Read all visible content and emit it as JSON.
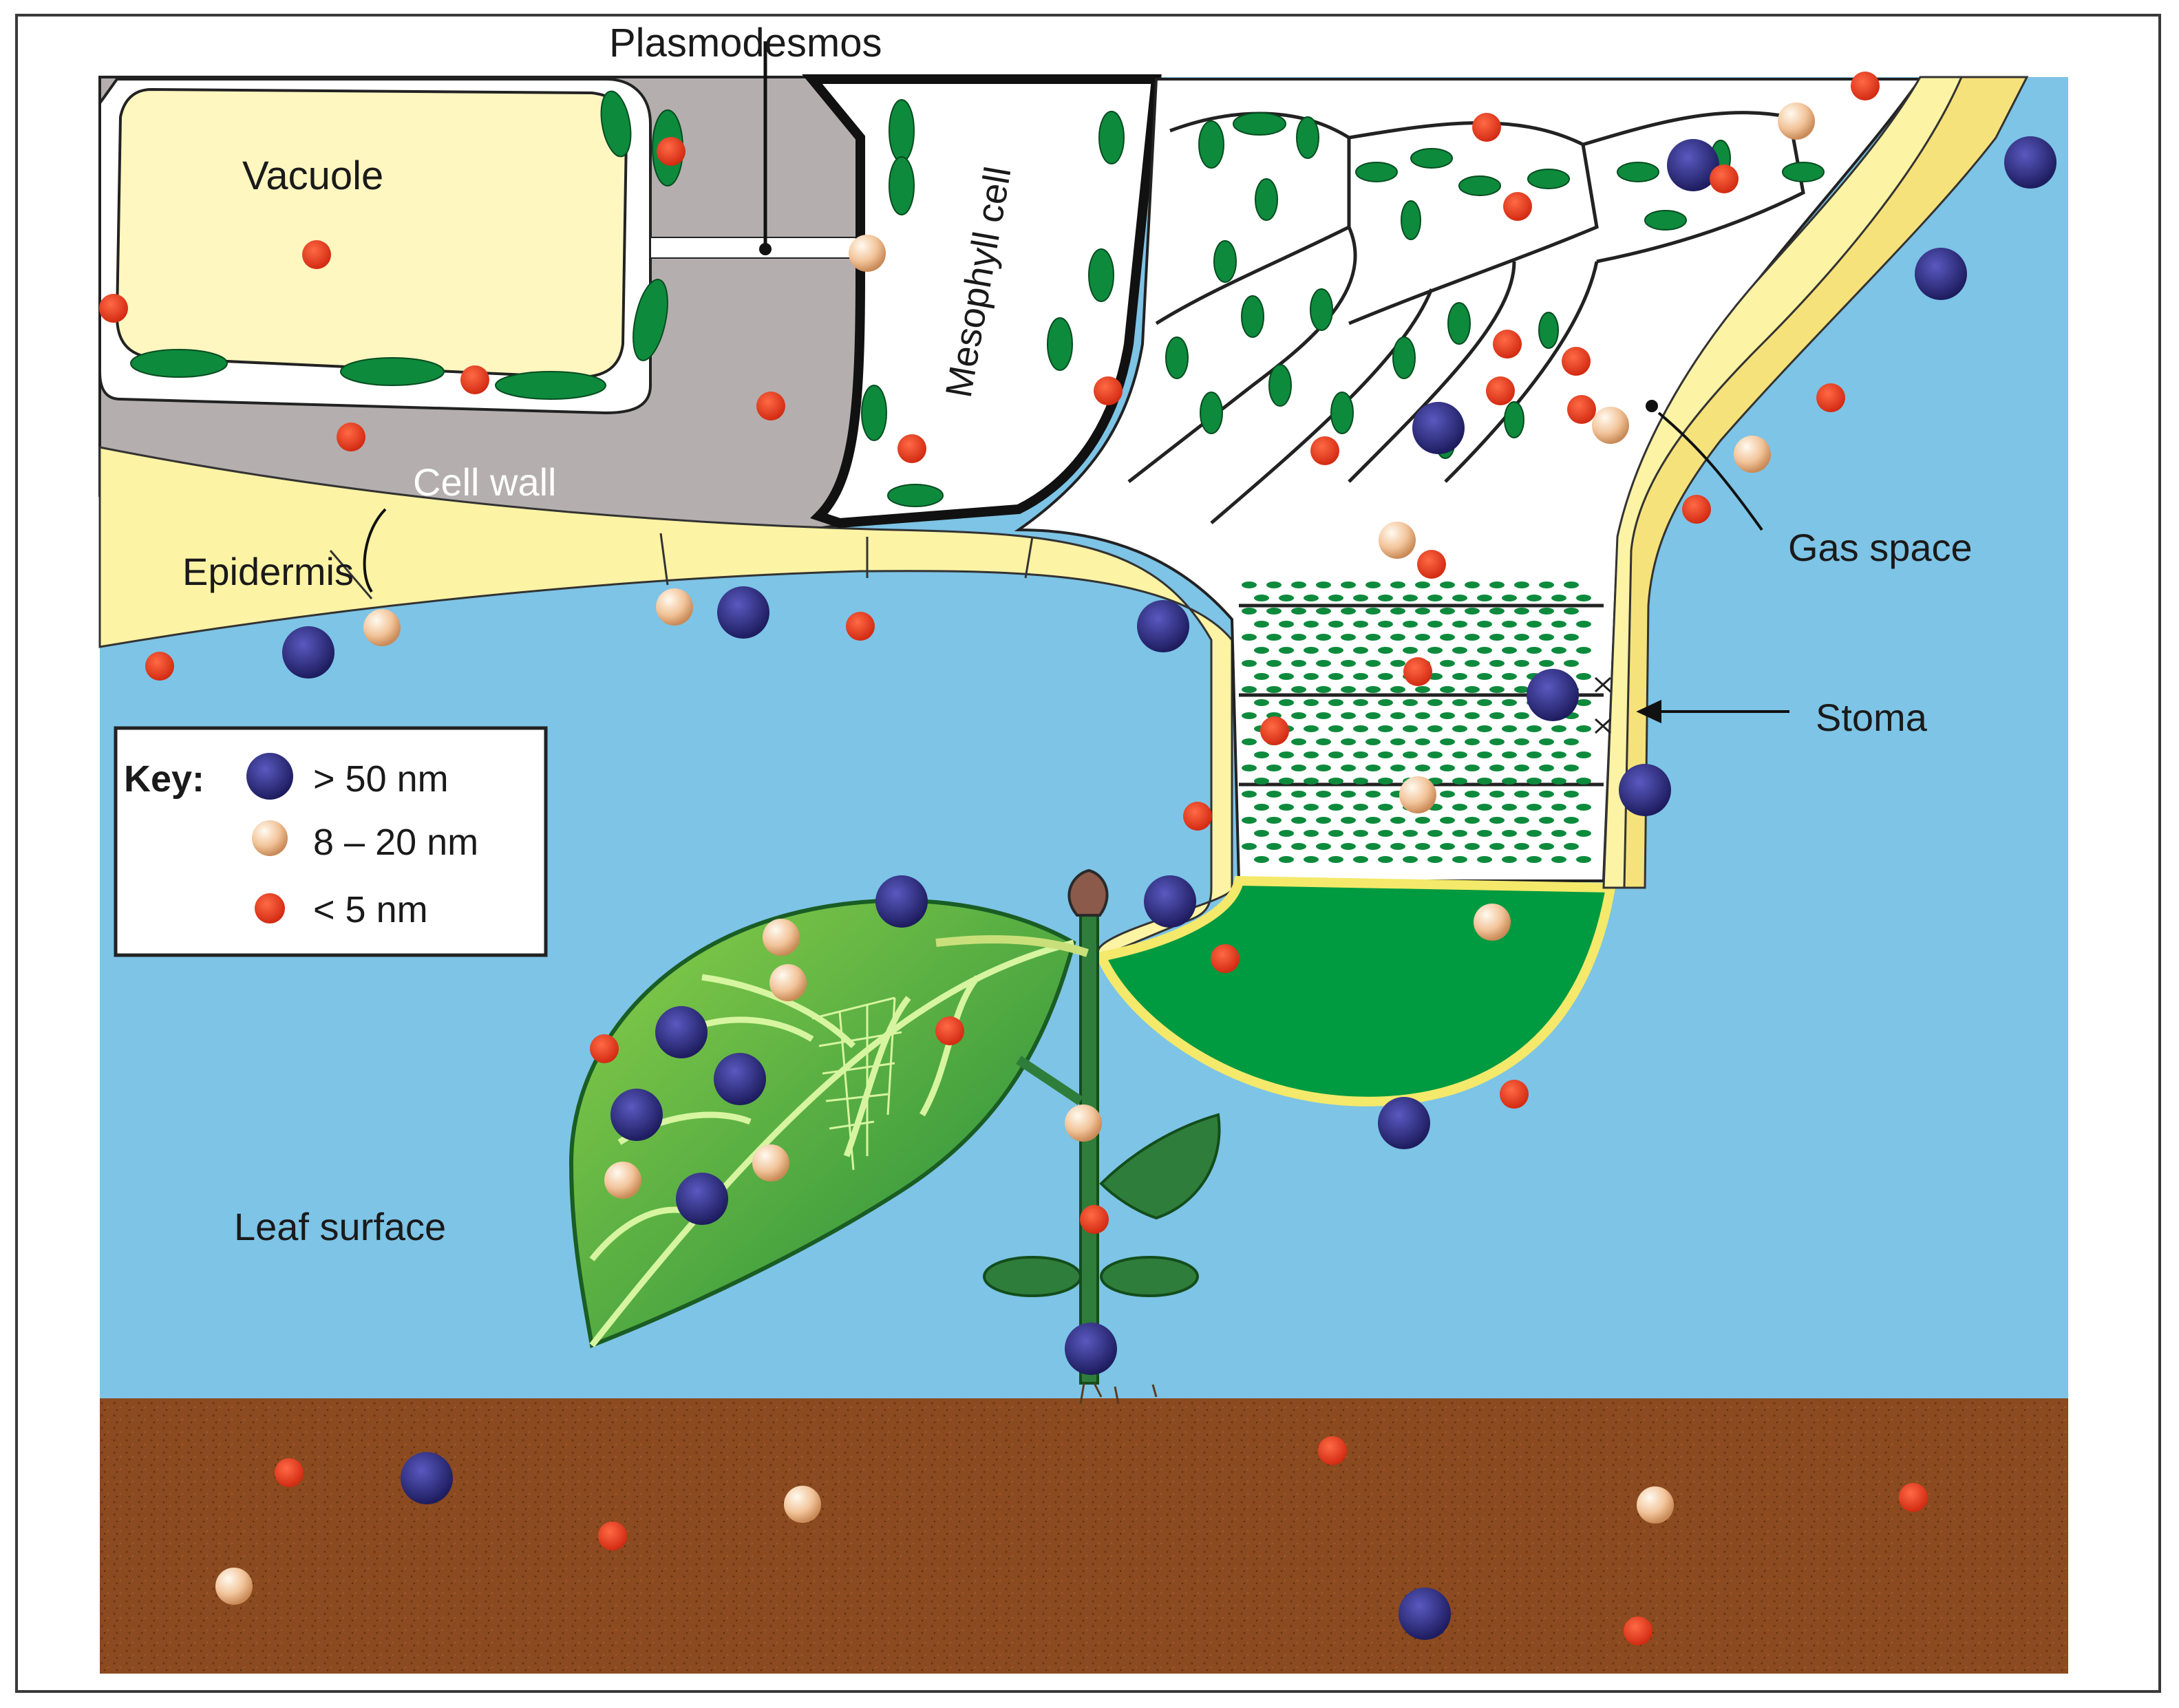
{
  "labels": {
    "plasmodesmos": "Plasmodesmos",
    "vacuole": "Vacuole",
    "mesophyll_cell": "Mesophyll cell",
    "cell_wall": "Cell wall",
    "epidermis": "Epidermis",
    "gas_space": "Gas space",
    "stoma": "Stoma",
    "leaf_surface": "Leaf surface"
  },
  "key": {
    "title": "Key:",
    "items": [
      {
        "label": "> 50 nm",
        "color": "#2b2a7e",
        "icon": "large-particle-icon"
      },
      {
        "label": "8 – 20 nm",
        "color": "#f2c49a",
        "icon": "medium-particle-icon"
      },
      {
        "label": "< 5 nm",
        "color": "#e8341c",
        "icon": "small-particle-icon"
      }
    ]
  },
  "colors": {
    "sky": "#7dc4e6",
    "soil": "#8b4a1f",
    "cell_wall": "#b4aeae",
    "epidermis": "#fdf3a4",
    "chloroplast": "#0e8a3d",
    "leaf": "#3bb34a",
    "stem": "#2f7d3a"
  }
}
